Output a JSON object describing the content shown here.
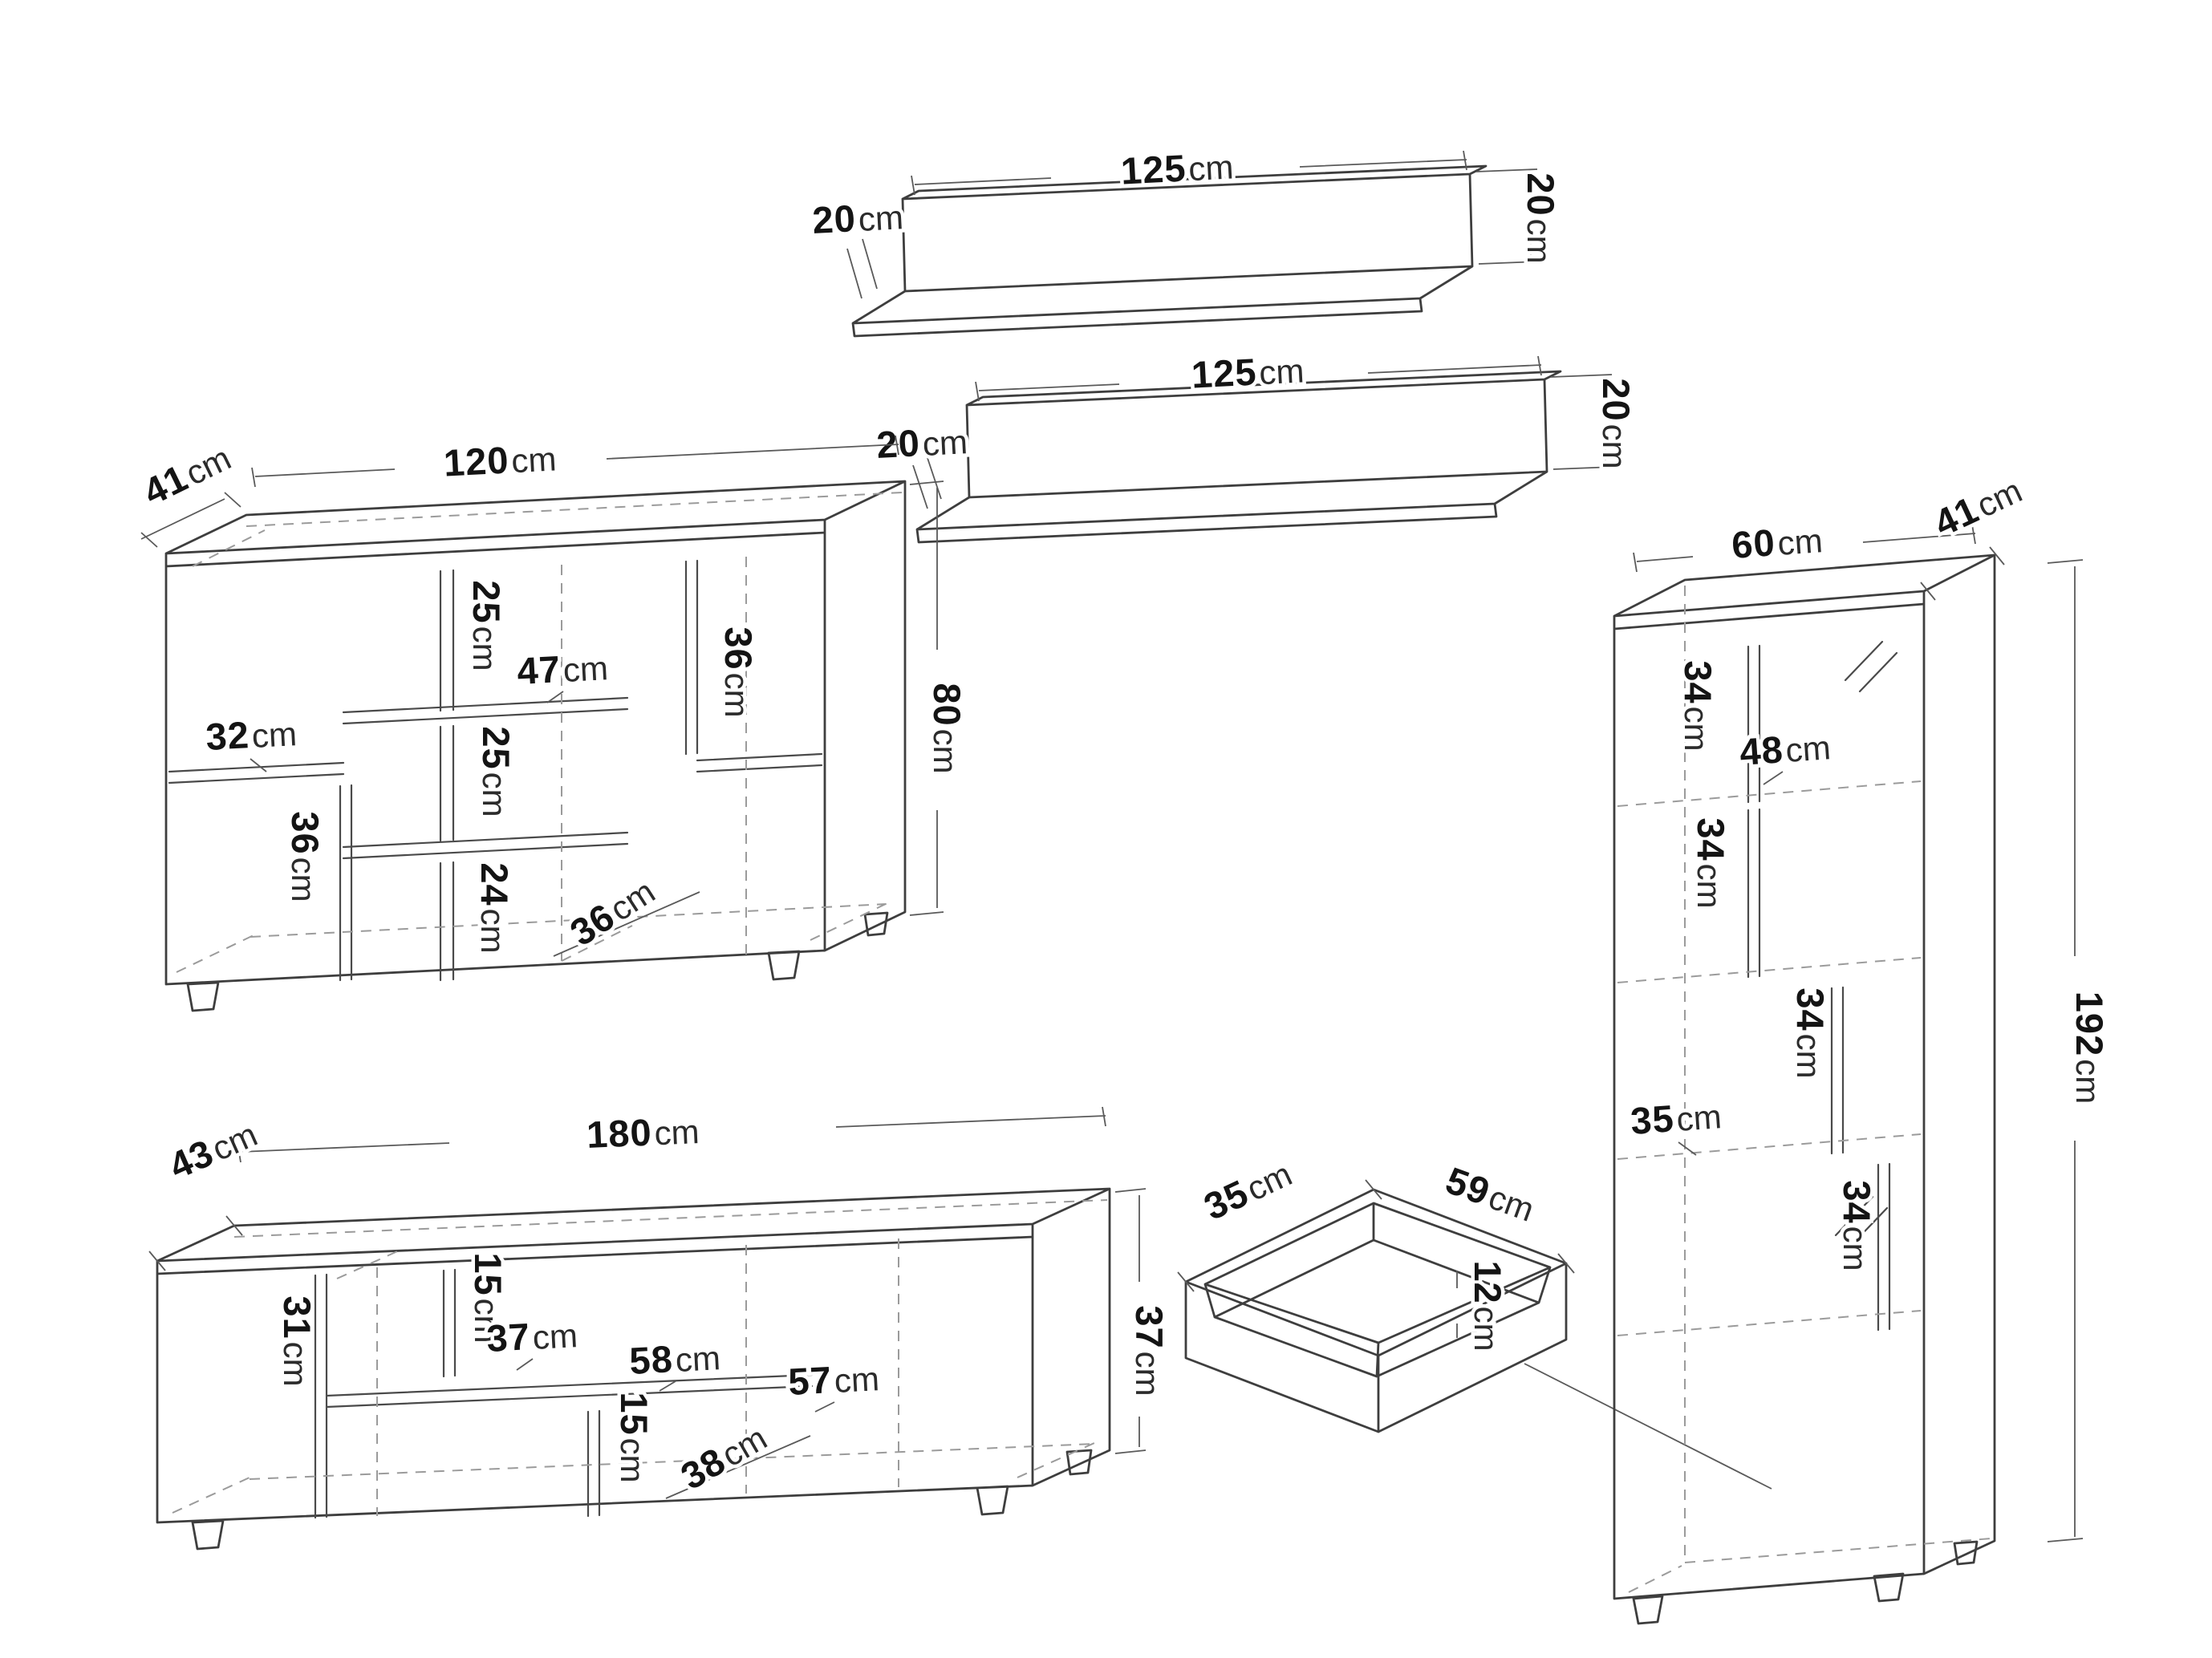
{
  "diagram": {
    "background": "#ffffff",
    "line_color": "#3e3e3e",
    "dashed_color": "#9b9b9b",
    "text_color": "#141414"
  },
  "shelf_top": {
    "length": {
      "value": "125",
      "unit": "cm"
    },
    "depth": {
      "value": "20",
      "unit": "cm"
    },
    "height": {
      "value": "20",
      "unit": "cm"
    }
  },
  "shelf_bottom": {
    "length": {
      "value": "125",
      "unit": "cm"
    },
    "depth": {
      "value": "20",
      "unit": "cm"
    },
    "height": {
      "value": "20",
      "unit": "cm"
    }
  },
  "sideboard": {
    "depth": {
      "value": "41",
      "unit": "cm"
    },
    "width": {
      "value": "120",
      "unit": "cm"
    },
    "height": {
      "value": "80",
      "unit": "cm"
    },
    "interior": [
      {
        "value": "25",
        "unit": "cm"
      },
      {
        "value": "47",
        "unit": "cm"
      },
      {
        "value": "36",
        "unit": "cm"
      },
      {
        "value": "32",
        "unit": "cm"
      },
      {
        "value": "25",
        "unit": "cm"
      },
      {
        "value": "36",
        "unit": "cm"
      },
      {
        "value": "24",
        "unit": "cm"
      },
      {
        "value": "36",
        "unit": "cm"
      }
    ]
  },
  "tv_stand": {
    "depth": {
      "value": "43",
      "unit": "cm"
    },
    "width": {
      "value": "180",
      "unit": "cm"
    },
    "height": {
      "value": "37",
      "unit": "cm"
    },
    "interior": [
      {
        "value": "15",
        "unit": "cm"
      },
      {
        "value": "31",
        "unit": "cm"
      },
      {
        "value": "37",
        "unit": "cm"
      },
      {
        "value": "58",
        "unit": "cm"
      },
      {
        "value": "57",
        "unit": "cm"
      },
      {
        "value": "15",
        "unit": "cm"
      },
      {
        "value": "38",
        "unit": "cm"
      }
    ]
  },
  "drawer": {
    "width": {
      "value": "35",
      "unit": "cm"
    },
    "depth": {
      "value": "59",
      "unit": "cm"
    },
    "height": {
      "value": "12",
      "unit": "cm"
    }
  },
  "cabinet": {
    "width": {
      "value": "60",
      "unit": "cm"
    },
    "depth": {
      "value": "41",
      "unit": "cm"
    },
    "height": {
      "value": "192",
      "unit": "cm"
    },
    "interior": [
      {
        "value": "34",
        "unit": "cm"
      },
      {
        "value": "48",
        "unit": "cm"
      },
      {
        "value": "34",
        "unit": "cm"
      },
      {
        "value": "34",
        "unit": "cm"
      },
      {
        "value": "35",
        "unit": "cm"
      },
      {
        "value": "34",
        "unit": "cm"
      }
    ]
  }
}
